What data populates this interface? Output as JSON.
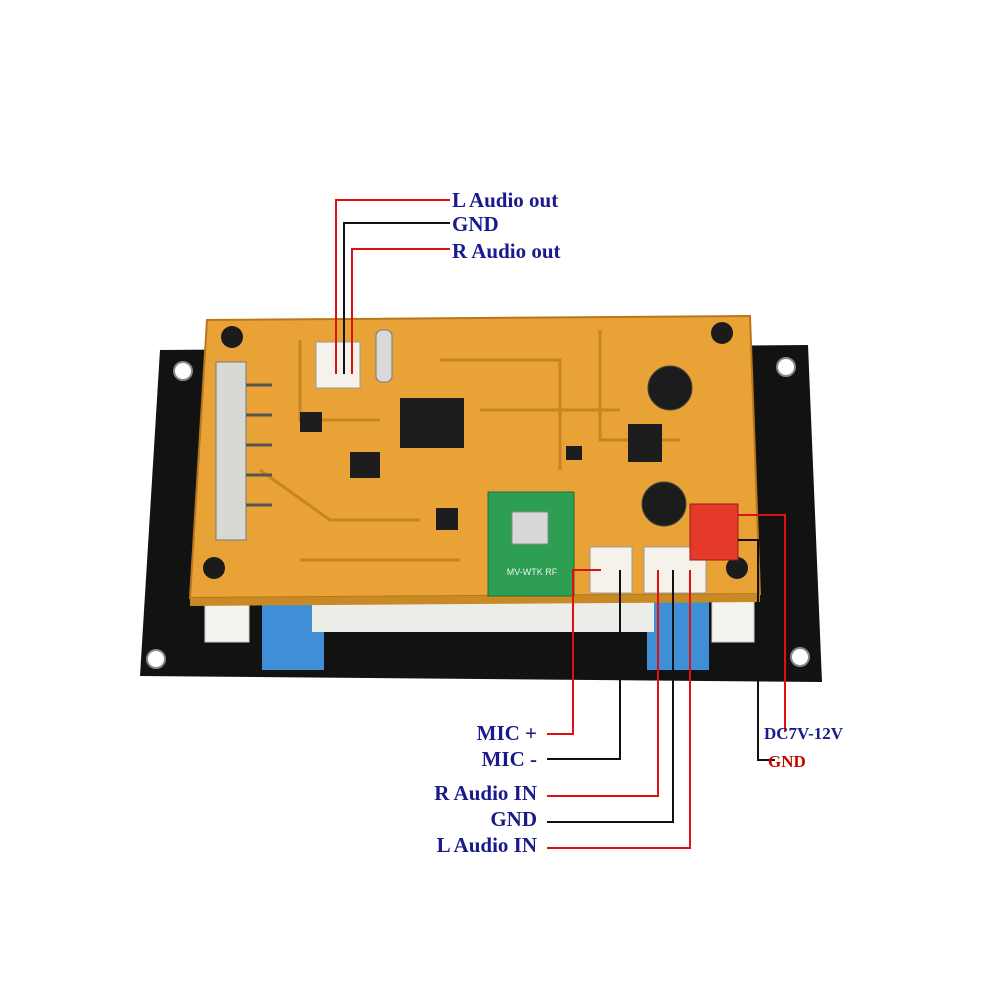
{
  "colors": {
    "label_text": "#1a1a8c",
    "gnd_red_text": "#cc0000",
    "wire_red": "#e01010",
    "wire_black": "#111111",
    "pcb": "#e9a236",
    "pcb_edge": "#b9761a",
    "panel": "#111111",
    "bluetooth_module": "#2e9e53"
  },
  "labels": {
    "top": {
      "l_audio_out": "L Audio out",
      "gnd": "GND",
      "r_audio_out": "R Audio out"
    },
    "bottom": {
      "mic_plus": "MIC +",
      "mic_minus": "MIC -",
      "r_audio_in": "R Audio IN",
      "gnd": "GND",
      "l_audio_in": "L Audio IN"
    },
    "power": {
      "dc": "DC7V-12V",
      "gnd": "GND"
    }
  },
  "board": {
    "module_marking": "MV-WTK RF"
  },
  "icons": {
    "connector": "jst-connector-icon",
    "power_connector": "power-connector-icon",
    "chip": "ic-chip-icon"
  }
}
